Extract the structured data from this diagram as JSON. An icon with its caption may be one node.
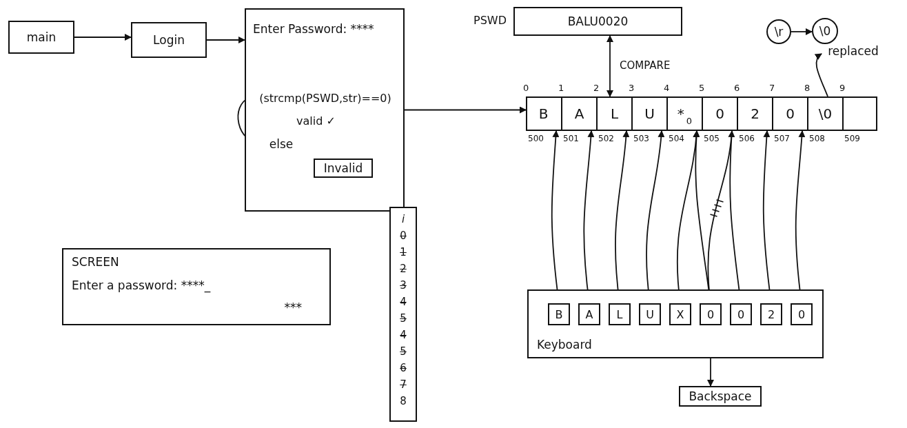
{
  "diagram": {
    "nodes": [
      {
        "text": [
          "main"
        ]
      },
      {
        "text": [
          "Login"
        ]
      },
      {
        "text": [
          "Enter Password: ****"
        ]
      },
      {
        "text": [
          "(strcmp(PSWD,str)==0)"
        ],
        "in": 2
      },
      {
        "text": [
          "else"
        ],
        "in": 2
      },
      {
        "text": [
          "Invalid"
        ],
        "in": 2
      },
      {
        "text": [
          "BALU0020"
        ],
        "beside": [
          "PSWD"
        ]
      },
      {
        "text": [
          "\\r"
        ]
      },
      {
        "text": [
          "\\0"
        ]
      },
      {
        "text": [
          "replaced"
        ]
      },
      {
        "text": [],
        "shape": "box"
      },
      {
        "text": [
          "B"
        ],
        "in": 10
      },
      {
        "text": [
          "A"
        ],
        "in": 10
      },
      {
        "text": [
          "L"
        ],
        "in": 10
      },
      {
        "text": [
          "U"
        ],
        "in": 10
      },
      {
        "text": [
          "*",
          "0"
        ],
        "in": 10
      },
      {
        "text": [
          "0"
        ],
        "in": 10
      },
      {
        "text": [
          "2"
        ],
        "in": 10
      },
      {
        "text": [
          "0"
        ],
        "in": 10
      },
      {
        "text": [
          "\\0"
        ],
        "in": 10
      },
      {
        "text": [],
        "shape": "box",
        "in": 10
      },
      {
        "text": [
          "Keyboard"
        ]
      },
      {
        "text": [
          "B"
        ],
        "in": 21
      },
      {
        "text": [
          "A"
        ],
        "in": 21
      },
      {
        "text": [
          "L"
        ],
        "in": 21
      },
      {
        "text": [
          "U"
        ],
        "in": 21
      },
      {
        "text": [
          "X"
        ],
        "in": 21
      },
      {
        "text": [
          "0"
        ],
        "in": 21
      },
      {
        "text": [
          "0"
        ],
        "in": 21
      },
      {
        "text": [
          "2"
        ],
        "in": 21
      },
      {
        "text": [
          "0"
        ],
        "in": 21
      },
      {
        "text": [
          "Backspace"
        ]
      },
      {
        "text": [
          "SCREEN",
          "Enter a password: ****_",
          "***"
        ]
      },
      {
        "text": [
          "i",
          "0",
          "1",
          "2",
          "3",
          "4",
          "5",
          "4",
          "5",
          "6",
          "7",
          "8"
        ]
      }
    ],
    "edges": [
      {
        "from": 0,
        "to": 1,
        "arrow": "to"
      },
      {
        "from": 1,
        "to": 2,
        "arrow": "to"
      },
      {
        "from": 3,
        "to": 4,
        "arrow": "to"
      },
      {
        "from": 6,
        "to": 10,
        "arrow": "both",
        "label": "COMPARE"
      },
      {
        "from": 2,
        "to": 10,
        "arrow": "to"
      },
      {
        "from": 7,
        "to": 8,
        "arrow": "to"
      },
      {
        "from": 19,
        "to": 9,
        "arrow": "to"
      },
      {
        "from": 22,
        "to": 11,
        "arrow": "to"
      },
      {
        "from": 23,
        "to": 12,
        "arrow": "to"
      },
      {
        "from": 24,
        "to": 13,
        "arrow": "to"
      },
      {
        "from": 25,
        "to": 14,
        "arrow": "to"
      },
      {
        "from": 26,
        "to": 15,
        "arrow": "to"
      },
      {
        "from": 27,
        "to": 15,
        "arrow": "to"
      },
      {
        "from": 27,
        "to": 16,
        "arrow": "none"
      },
      {
        "from": 28,
        "to": 16,
        "arrow": "to"
      },
      {
        "from": 29,
        "to": 17,
        "arrow": "to"
      },
      {
        "from": 30,
        "to": 18,
        "arrow": "to"
      },
      {
        "from": 27,
        "to": 31,
        "arrow": "to"
      }
    ],
    "labels": [
      "valid ✓",
      "0",
      "1",
      "2",
      "3",
      "4",
      "5",
      "6",
      "7",
      "8",
      "9",
      "500",
      "501",
      "502",
      "503",
      "504",
      "505",
      "506",
      "507",
      "508",
      "509"
    ]
  }
}
